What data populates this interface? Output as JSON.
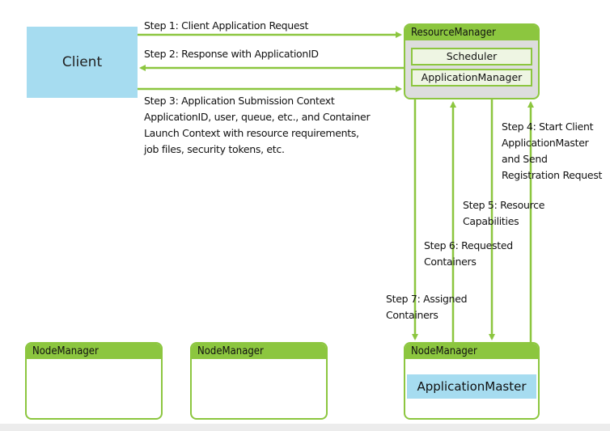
{
  "client": {
    "label": "Client"
  },
  "resource_manager": {
    "title": "ResourceManager",
    "scheduler": "Scheduler",
    "application_manager": "ApplicationManager"
  },
  "node_managers": [
    {
      "title": "NodeManager"
    },
    {
      "title": "NodeManager"
    },
    {
      "title": "NodeManager",
      "application_master": "ApplicationMaster"
    }
  ],
  "steps": {
    "step1": "Step 1: Client Application Request",
    "step2": "Step 2: Response with ApplicationID",
    "step3": [
      "Step 3: Application Submission Context",
      "ApplicationID, user, queue, etc., and Container",
      "Launch Context with resource requirements,",
      "job files, security tokens, etc."
    ],
    "step4": [
      "Step 4: Start Client",
      "ApplicationMaster",
      "and Send",
      "Registration Request"
    ],
    "step5": [
      "Step 5: Resource",
      "Capabilities"
    ],
    "step6": [
      "Step 6: Requested",
      "Containers"
    ],
    "step7": [
      "Step 7: Assigned",
      "Containers"
    ]
  },
  "colors": {
    "accent_green": "#8cc63f",
    "client_blue": "#a6dcf0",
    "rm_gray": "#dddddd"
  }
}
